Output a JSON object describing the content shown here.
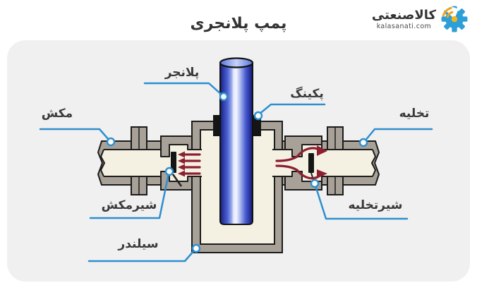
{
  "header": {
    "title": "پمپ پلانجری",
    "logo": {
      "name": "کالاصنعتی",
      "url": "kalasanati.com"
    }
  },
  "diagram": {
    "type": "technical-cross-section",
    "subject": "plunger pump cutaway",
    "labels": {
      "plunger": "پلانجر",
      "packing": "پکینگ",
      "suction": "مکش",
      "discharge": "تخلیه",
      "suction_valve": "شیرمکش",
      "discharge_valve": "شیرتخلیه",
      "cylinder": "سیلندر"
    },
    "colors": {
      "panel_bg": "#f0f0f1",
      "body_gray": "#a8a198",
      "chamber_cream": "#f4f1e3",
      "arrow_red": "#8e1f30",
      "leader": "#2e8fce",
      "outline": "#1c1c1c",
      "text": "#3a3a3a",
      "plunger_blue": "#3347c1",
      "logo_blue": "#2d9fd8",
      "logo_orange": "#f0a41e",
      "logo_yellow": "#f7b617"
    }
  }
}
